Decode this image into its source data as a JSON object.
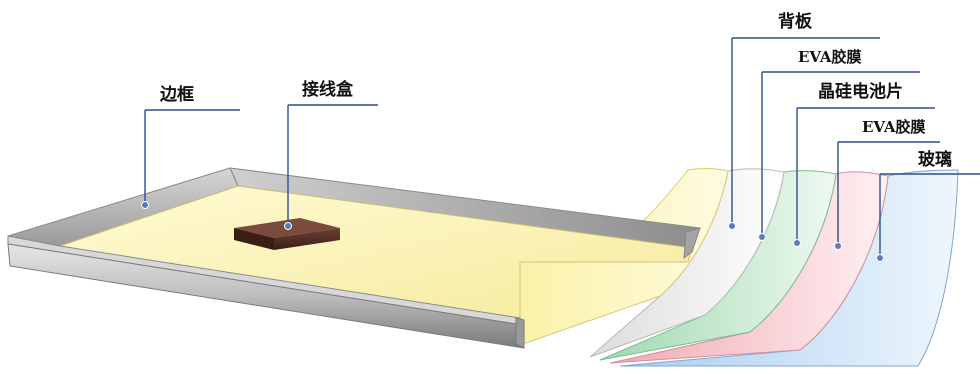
{
  "labels": {
    "frame": "边框",
    "junction_box": "接线盒",
    "backsheet": "背板",
    "eva_top": "EVA胶膜",
    "cells": "晶硅电池片",
    "eva_bottom": "EVA胶膜",
    "glass": "玻璃"
  },
  "colors": {
    "leader_line": "#2d4f8a",
    "leader_dot": "#5a7db8",
    "backsheet": "#fdf5b2",
    "eva": "#f2f2f2",
    "cells": "#c8ecd2",
    "eva_pink": "#f6c9cf",
    "glass": "#c9e1f5",
    "frame": "#b9b9b9",
    "junction_box": "#4a2a20"
  }
}
